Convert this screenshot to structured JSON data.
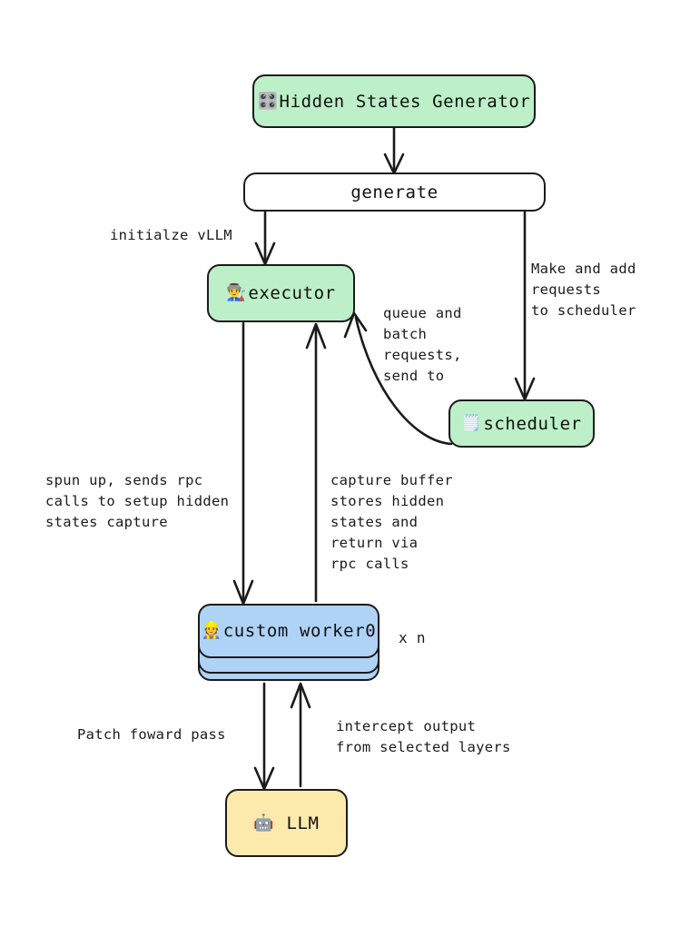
{
  "diagram": {
    "title": "vLLM hidden states capture architecture",
    "background": "#ffffff",
    "stroke_color": "#1b1b1b",
    "palette": {
      "green": "#bdf0c8",
      "blue": "#aed3f7",
      "yellow": "#fbeaac",
      "white": "#ffffff"
    },
    "nodes": [
      {
        "id": "hidden_states_generator",
        "label": "Hidden States Generator",
        "emoji": "🎛️",
        "icon_name": "control-knobs-icon",
        "fill": "#bdf0c8",
        "shape": "rounded-rect"
      },
      {
        "id": "generate",
        "label": "generate",
        "emoji": "",
        "icon_name": "",
        "fill": "#ffffff",
        "shape": "rounded-rect"
      },
      {
        "id": "executor",
        "label": "executor",
        "emoji": "👨‍🏭",
        "icon_name": "factory-worker-icon",
        "fill": "#bdf0c8",
        "shape": "rounded-rect"
      },
      {
        "id": "scheduler",
        "label": "scheduler",
        "emoji": "🗒️",
        "icon_name": "spiral-notepad-icon",
        "fill": "#bdf0c8",
        "shape": "rounded-rect"
      },
      {
        "id": "custom_worker0",
        "label": "custom worker0",
        "emoji": "👷",
        "icon_name": "construction-worker-icon",
        "fill": "#aed3f7",
        "shape": "stacked-rounded-rect",
        "multiplicity": "x n"
      },
      {
        "id": "llm",
        "label": "LLM",
        "emoji": "🤖",
        "icon_name": "robot-icon",
        "fill": "#fbeaac",
        "shape": "rounded-rect"
      }
    ],
    "edges": [
      {
        "id": "hsg_to_generate",
        "from": "hidden_states_generator",
        "to": "generate",
        "label": ""
      },
      {
        "id": "generate_to_executor",
        "from": "generate",
        "to": "executor",
        "label": "initialze vLLM"
      },
      {
        "id": "generate_to_scheduler",
        "from": "generate",
        "to": "scheduler",
        "label": "Make and add\nrequests\nto scheduler"
      },
      {
        "id": "scheduler_to_executor",
        "from": "scheduler",
        "to": "executor",
        "label": "queue and\nbatch\nrequests,\nsend to"
      },
      {
        "id": "executor_to_worker",
        "from": "executor",
        "to": "custom_worker0",
        "label": "spun up, sends rpc\ncalls to setup hidden\nstates capture"
      },
      {
        "id": "worker_to_executor",
        "from": "custom_worker0",
        "to": "executor",
        "label": "capture buffer\nstores hidden\nstates and\nreturn via\nrpc calls"
      },
      {
        "id": "worker_to_llm",
        "from": "custom_worker0",
        "to": "llm",
        "label": "Patch foward pass"
      },
      {
        "id": "llm_to_worker",
        "from": "llm",
        "to": "custom_worker0",
        "label": "intercept output\nfrom selected layers"
      }
    ],
    "labels": {
      "initialize_vllm": "initialze vLLM",
      "make_and_add_requests": "Make and add\nrequests\nto scheduler",
      "queue_and_batch": "queue and\nbatch\nrequests,\nsend to",
      "spun_up_rpc": "spun up, sends rpc\ncalls to setup hidden\nstates capture",
      "capture_buffer": "capture buffer\nstores hidden\nstates and\nreturn via\nrpc calls",
      "patch_forward_pass": "Patch foward pass",
      "intercept_output": "intercept output\nfrom selected layers",
      "worker_multiplicity": "x n"
    },
    "node_text": {
      "hidden_states_generator": "Hidden States Generator",
      "generate": "generate",
      "executor": "executor",
      "scheduler": "scheduler",
      "custom_worker0": "custom worker0",
      "llm": "LLM"
    },
    "node_icons": {
      "hidden_states_generator": "🎛️",
      "executor": "👨‍🏭",
      "scheduler": "🗒️",
      "custom_worker0": "👷",
      "llm": "🤖"
    }
  }
}
